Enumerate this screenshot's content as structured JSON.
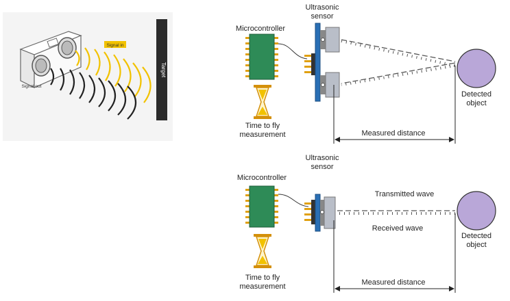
{
  "photo_panel": {
    "signal_in": "Signal in",
    "signal_out": "Signal out",
    "target": "Target"
  },
  "top_diagram": {
    "sensor": [
      "Ultrasonic",
      "sensor"
    ],
    "microcontroller": "Microcontroller",
    "timer": [
      "Time to fly",
      "measurement"
    ],
    "object": [
      "Detected",
      "object"
    ],
    "distance": "Measured distance"
  },
  "bottom_diagram": {
    "sensor": [
      "Ultrasonic",
      "sensor"
    ],
    "microcontroller": "Microcontroller",
    "timer": [
      "Time to fly",
      "measurement"
    ],
    "object": [
      "Detected",
      "object"
    ],
    "distance": "Measured distance",
    "transmitted": "Transmitted wave",
    "received": "Received wave"
  },
  "colors": {
    "chip": "#2e8b57",
    "pin": "#e0a010",
    "board": "#2a6fb5",
    "transducer": "#b9bec8",
    "object": "#b9a7d8",
    "hourglass": "#e0a010",
    "wave": "#555555",
    "yellow_wave": "#f2c200",
    "target": "#2b2b2b"
  }
}
